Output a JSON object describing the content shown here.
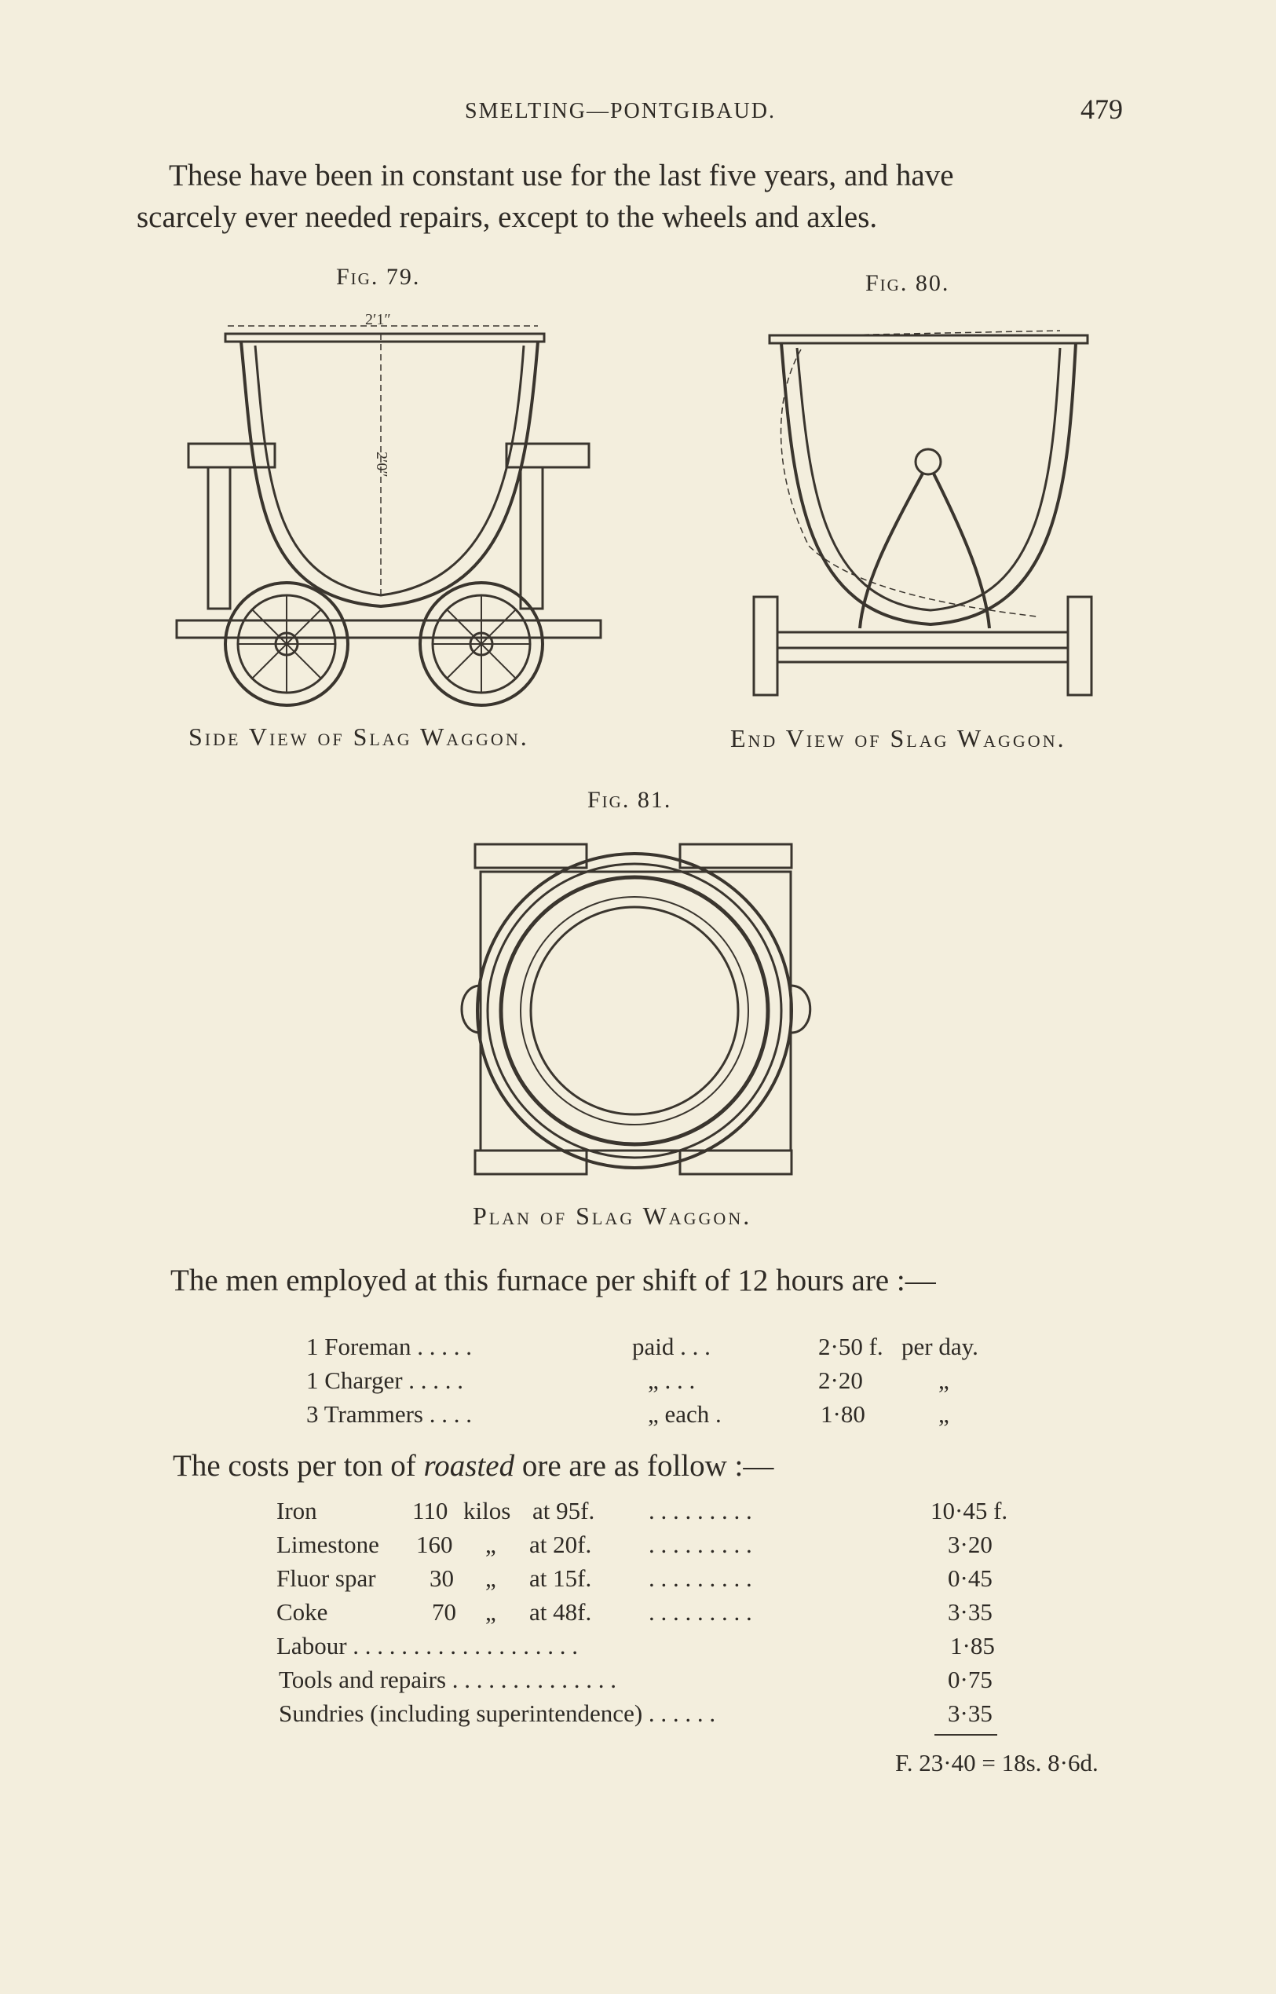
{
  "header": {
    "running_head": "SMELTING—PONTGIBAUD.",
    "page_number": "479"
  },
  "intro": {
    "line1": "These have been in constant use for the last five years, and have",
    "line2": "scarcely ever needed repairs, except to the wheels and axles."
  },
  "figures": {
    "fig79": {
      "label": "Fig. 79.",
      "caption": "Side View of Slag Waggon.",
      "dim_width": "2′1″",
      "dim_height": "2′0″"
    },
    "fig80": {
      "label": "Fig. 80.",
      "caption": "End View of Slag Waggon."
    },
    "fig81": {
      "label": "Fig. 81.",
      "caption": "Plan of Slag Waggon."
    }
  },
  "staff": {
    "intro": "The men employed at this furnace per shift of 12 hours are :—",
    "rows": [
      {
        "role": "1 Foreman . . . . .",
        "pay": "paid . . .",
        "rate": "2·50 f.",
        "unit": "per day."
      },
      {
        "role": "1 Charger . . . . .",
        "pay": "„ . . .",
        "rate": "2·20",
        "unit": "„"
      },
      {
        "role": "3 Trammers . . . .",
        "pay": "„ each .",
        "rate": "1·80",
        "unit": "„"
      }
    ]
  },
  "costs": {
    "intro_before": "The costs per ton of ",
    "intro_emph": "roasted",
    "intro_after": " ore are as follow :—",
    "rows": [
      {
        "item": "Iron",
        "qty": "110",
        "unit": "kilos",
        "price": "at 95f.",
        "dots": ". . . . . . . . .",
        "amount": "10·45 f."
      },
      {
        "item": "Limestone",
        "qty": "160",
        "unit": "„",
        "price": "at 20f.",
        "dots": ". . . . . . . . .",
        "amount": "3·20"
      },
      {
        "item": "Fluor spar",
        "qty": "30",
        "unit": "„",
        "price": "at 15f.",
        "dots": ". . . . . . . . .",
        "amount": "0·45"
      },
      {
        "item": "Coke",
        "qty": "70",
        "unit": "„",
        "price": "at 48f.",
        "dots": ". . . . . . . . .",
        "amount": "3·35"
      },
      {
        "item": "Labour . . . . . . . . . . . . . . . . . . .",
        "qty": "",
        "unit": "",
        "price": "",
        "dots": "",
        "amount": "1·85"
      },
      {
        "item": "Tools and repairs . . . . . . . . . . . . . .",
        "qty": "",
        "unit": "",
        "price": "",
        "dots": "",
        "amount": "0·75"
      },
      {
        "item": "Sundries (including superintendence) . . . . . .",
        "qty": "",
        "unit": "",
        "price": "",
        "dots": "",
        "amount": "3·35"
      }
    ],
    "total": "F. 23·40 = 18s. 8·6d."
  }
}
